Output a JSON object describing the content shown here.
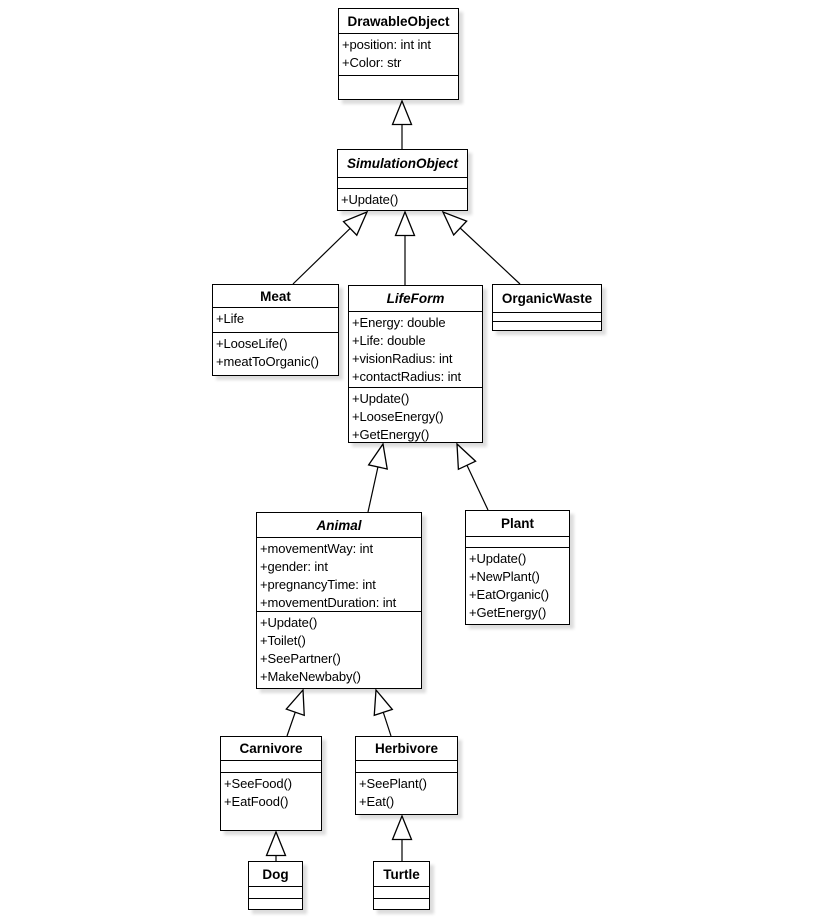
{
  "diagram": {
    "background_color": "#ffffff",
    "box_fill_color": "#ffffff",
    "stroke_color": "#000000",
    "arrow_style": "hollow-triangle-generalization",
    "classes": [
      {
        "id": "drawable-object",
        "name": "DrawableObject",
        "abstract": false,
        "attributes": [
          "+position: int int",
          "+Color: str"
        ],
        "methods": []
      },
      {
        "id": "simulation-object",
        "name": "SimulationObject",
        "abstract": true,
        "attributes": [],
        "methods": [
          "+Update()"
        ]
      },
      {
        "id": "meat",
        "name": "Meat",
        "abstract": false,
        "attributes": [
          "+Life"
        ],
        "methods": [
          "+LooseLife()",
          "+meatToOrganic()"
        ]
      },
      {
        "id": "lifeform",
        "name": "LifeForm",
        "abstract": true,
        "attributes": [
          "+Energy: double",
          "+Life: double",
          "+visionRadius: int",
          "+contactRadius: int"
        ],
        "methods": [
          "+Update()",
          "+LooseEnergy()",
          "+GetEnergy()"
        ]
      },
      {
        "id": "organic-waste",
        "name": "OrganicWaste",
        "abstract": false,
        "attributes": [],
        "methods": []
      },
      {
        "id": "animal",
        "name": "Animal",
        "abstract": true,
        "attributes": [
          "+movementWay: int",
          "+gender: int",
          "+pregnancyTime: int",
          "+movementDuration: int"
        ],
        "methods": [
          "+Update()",
          "+Toilet()",
          "+SeePartner()",
          "+MakeNewbaby()"
        ]
      },
      {
        "id": "plant",
        "name": "Plant",
        "abstract": false,
        "attributes": [],
        "methods": [
          "+Update()",
          "+NewPlant()",
          "+EatOrganic()",
          "+GetEnergy()"
        ]
      },
      {
        "id": "carnivore",
        "name": "Carnivore",
        "abstract": false,
        "attributes": [],
        "methods": [
          "+SeeFood()",
          "+EatFood()"
        ]
      },
      {
        "id": "herbivore",
        "name": "Herbivore",
        "abstract": false,
        "attributes": [],
        "methods": [
          "+SeePlant()",
          "+Eat()"
        ]
      },
      {
        "id": "dog",
        "name": "Dog",
        "abstract": false,
        "attributes": [],
        "methods": []
      },
      {
        "id": "turtle",
        "name": "Turtle",
        "abstract": false,
        "attributes": [],
        "methods": []
      }
    ],
    "relationships": [
      {
        "type": "generalization",
        "from": "SimulationObject",
        "to": "DrawableObject"
      },
      {
        "type": "generalization",
        "from": "Meat",
        "to": "SimulationObject"
      },
      {
        "type": "generalization",
        "from": "LifeForm",
        "to": "SimulationObject"
      },
      {
        "type": "generalization",
        "from": "OrganicWaste",
        "to": "SimulationObject"
      },
      {
        "type": "generalization",
        "from": "Animal",
        "to": "LifeForm"
      },
      {
        "type": "generalization",
        "from": "Plant",
        "to": "LifeForm"
      },
      {
        "type": "generalization",
        "from": "Carnivore",
        "to": "Animal"
      },
      {
        "type": "generalization",
        "from": "Herbivore",
        "to": "Animal"
      },
      {
        "type": "generalization",
        "from": "Dog",
        "to": "Carnivore"
      },
      {
        "type": "generalization",
        "from": "Turtle",
        "to": "Herbivore"
      }
    ]
  }
}
